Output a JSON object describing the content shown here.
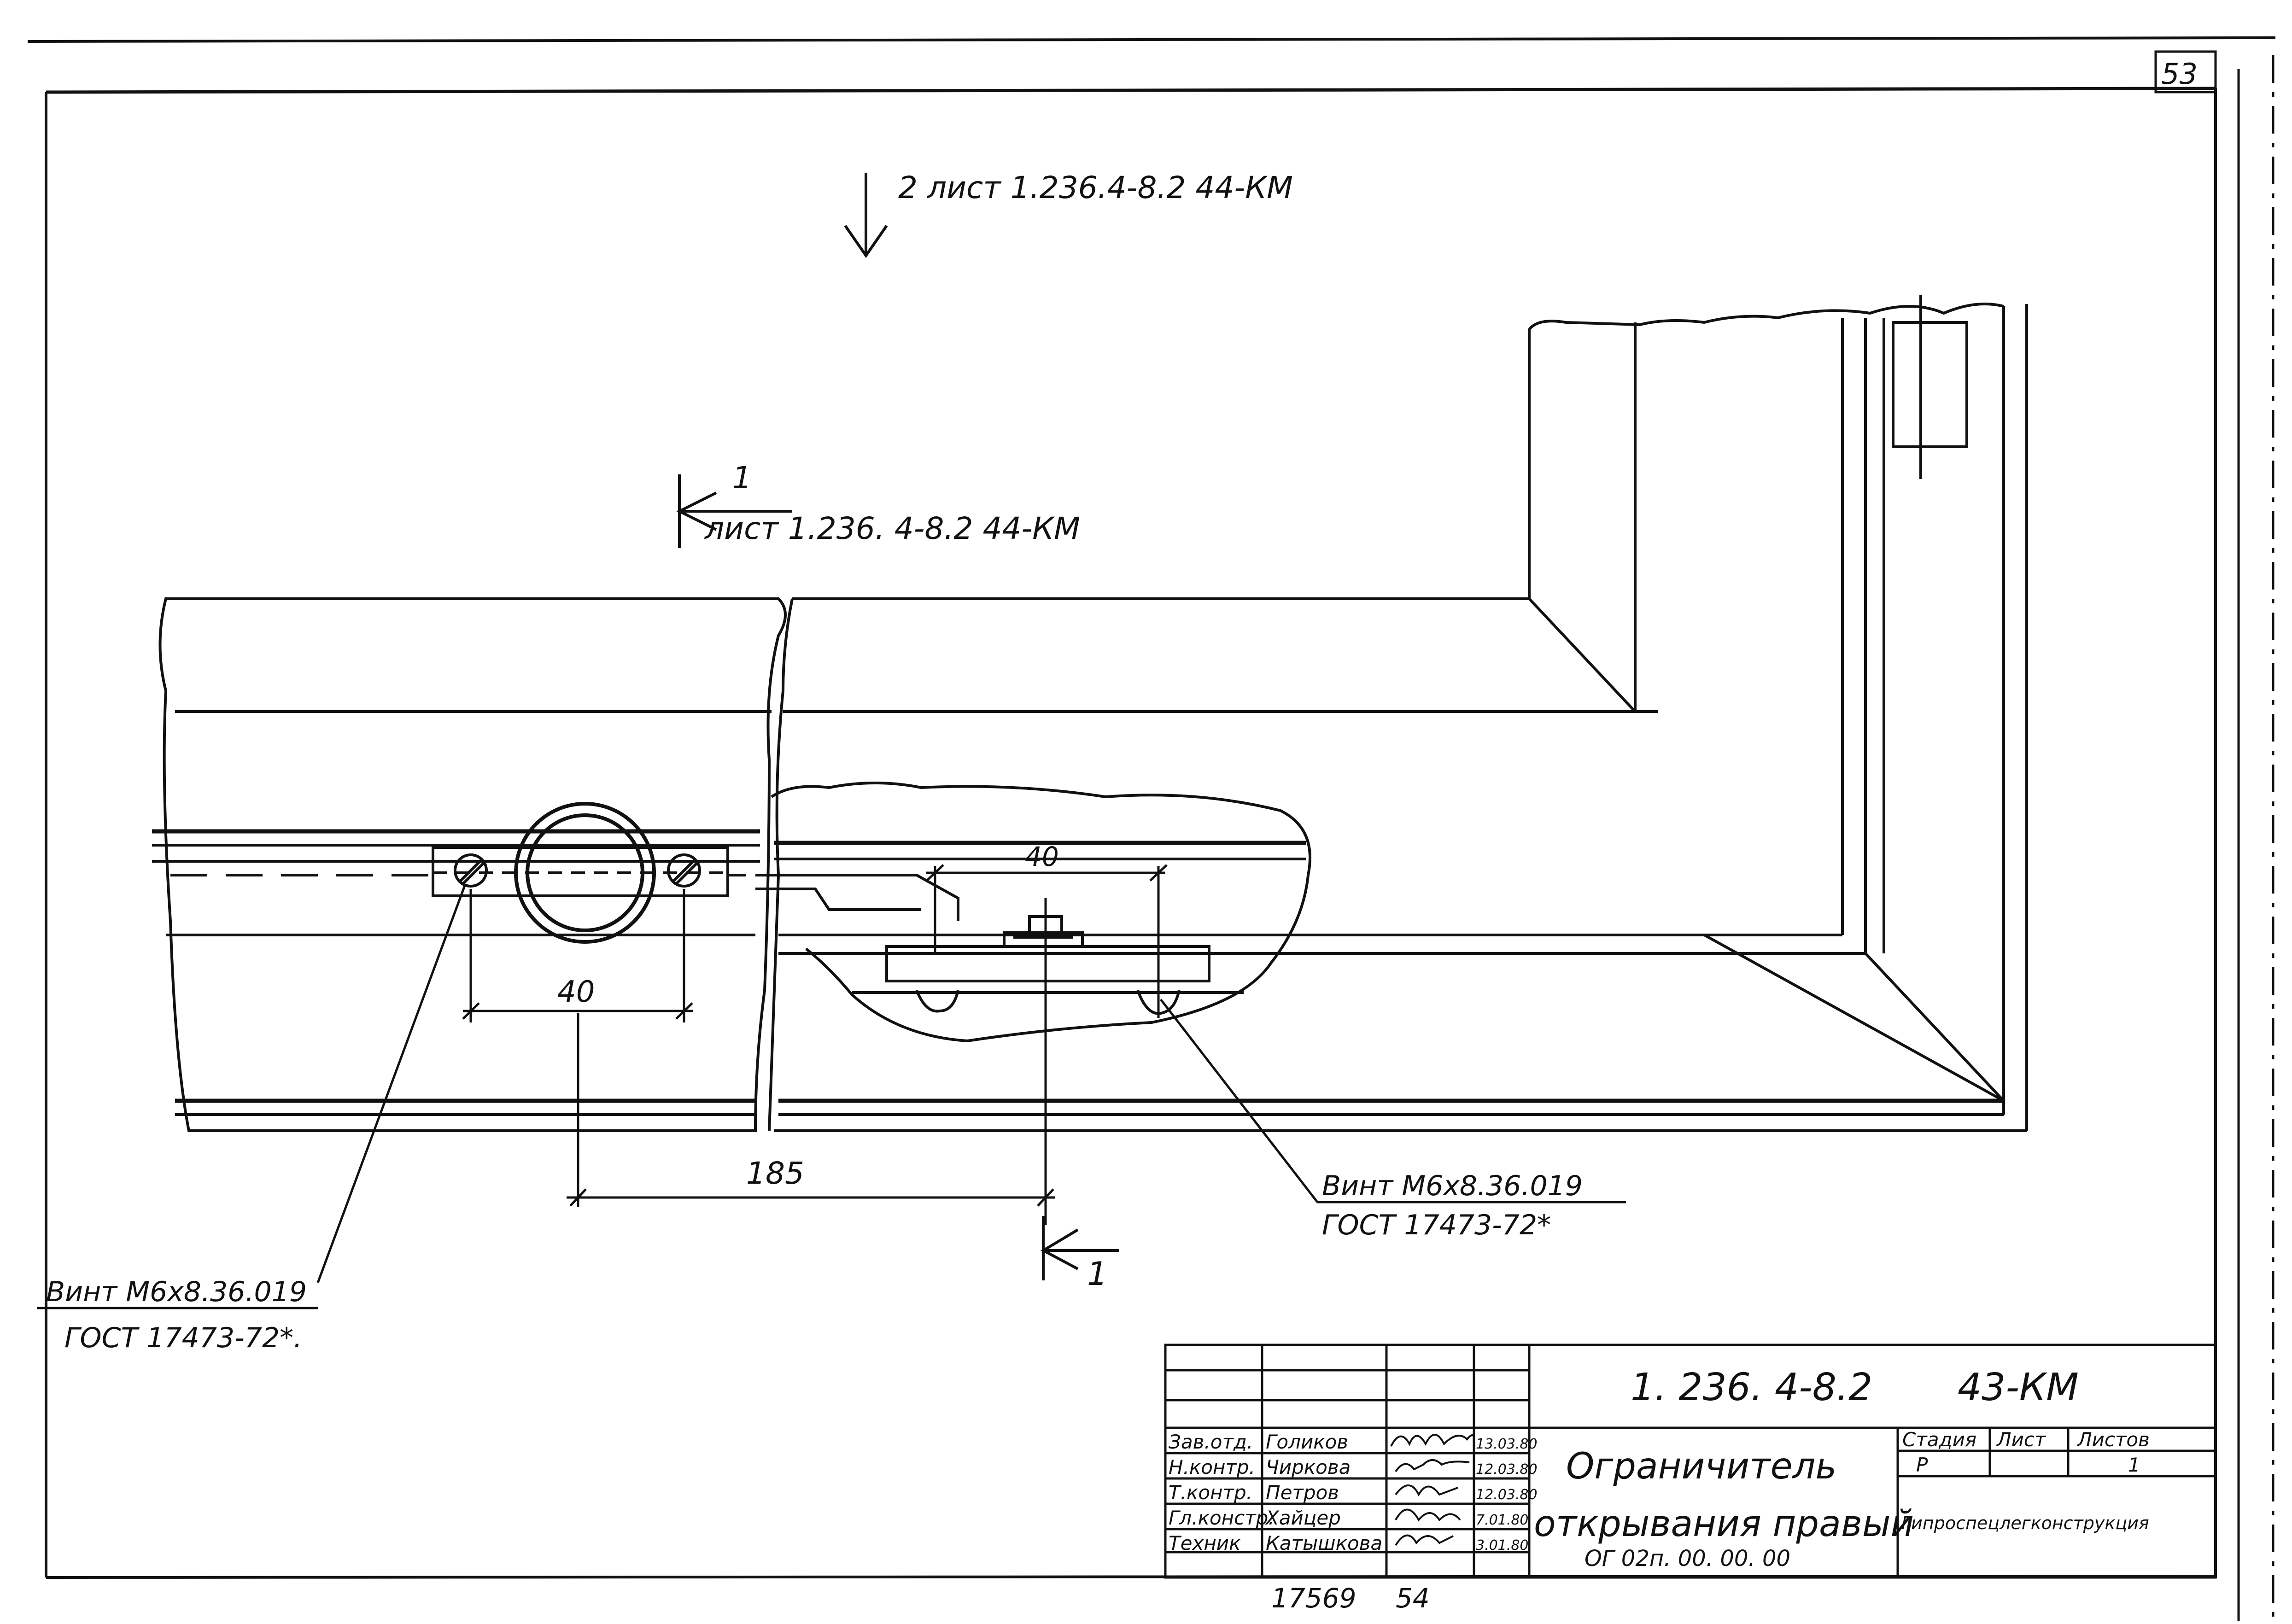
{
  "sheet": {
    "page_number": "53",
    "drawing_code": "1. 236. 4-8.2",
    "drawing_suffix": "43-КМ",
    "title_line1": "Ограничитель",
    "title_line2": "открывания правый",
    "product_code": "ОГ 02п. 00. 00. 00",
    "organization": "Гипроспецлегконструкция",
    "stamp_number": "17569",
    "copy_page": "54"
  },
  "view_refs": {
    "top_view": "2 лист 1.236.4-8.2  44-КМ",
    "section_num": "1",
    "section_ref": "лист 1.236. 4-8.2  44-КМ",
    "cut_mark": "1"
  },
  "dimensions": {
    "left_spacing": "40",
    "right_spacing": "40",
    "offset": "185"
  },
  "callouts": {
    "left": {
      "line1": "Винт М6х8.36.019",
      "line2": "ГОСТ 17473-72*."
    },
    "right": {
      "line1": "Винт М6х8.36.019",
      "line2": "ГОСТ 17473-72*"
    }
  },
  "title_block": {
    "headers": {
      "stage": "Стадия",
      "sheet": "Лист",
      "sheets": "Листов"
    },
    "values": {
      "stage": "Р",
      "sheet": "",
      "sheets": "1"
    },
    "signatures": [
      {
        "role": "Зав.отд.",
        "name": "Голиков",
        "date": "13.03.80"
      },
      {
        "role": "Н.контр.",
        "name": "Чиркова",
        "date": "12.03.80"
      },
      {
        "role": "Т.контр.",
        "name": "Петров",
        "date": "12.03.80"
      },
      {
        "role": "Гл.констр.",
        "name": "Хайцер",
        "date": "7.01.80"
      },
      {
        "role": "Техник",
        "name": "Катышкова",
        "date": "3.01.80"
      }
    ]
  }
}
